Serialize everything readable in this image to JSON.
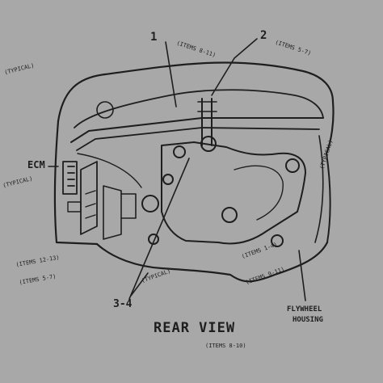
{
  "diagram": {
    "title": "REAR VIEW",
    "subtitle": "(ITEMS 8-10)",
    "callouts": {
      "c1": "1",
      "c2": "2",
      "c3": "3-4",
      "ecm": "ECM"
    },
    "labels": {
      "flywheel_1": "FLYWHEEL",
      "flywheel_2": "HOUSING",
      "top_mid": "(ITEMS 8-11)",
      "top_right": "(ITEMS 5-7)",
      "top_left": "(TYPICAL)",
      "left_1": "(TYPICAL)",
      "left_2": "(ITEMS 12-13)",
      "left_3": "(ITEMS 5-7)",
      "bottom_a": "(TYPICAL)",
      "bottom_b": "(ITEMS 1-4)",
      "bottom_c": "(ITEMS 9-11)",
      "right_mid": "(TYPICAL)"
    }
  }
}
